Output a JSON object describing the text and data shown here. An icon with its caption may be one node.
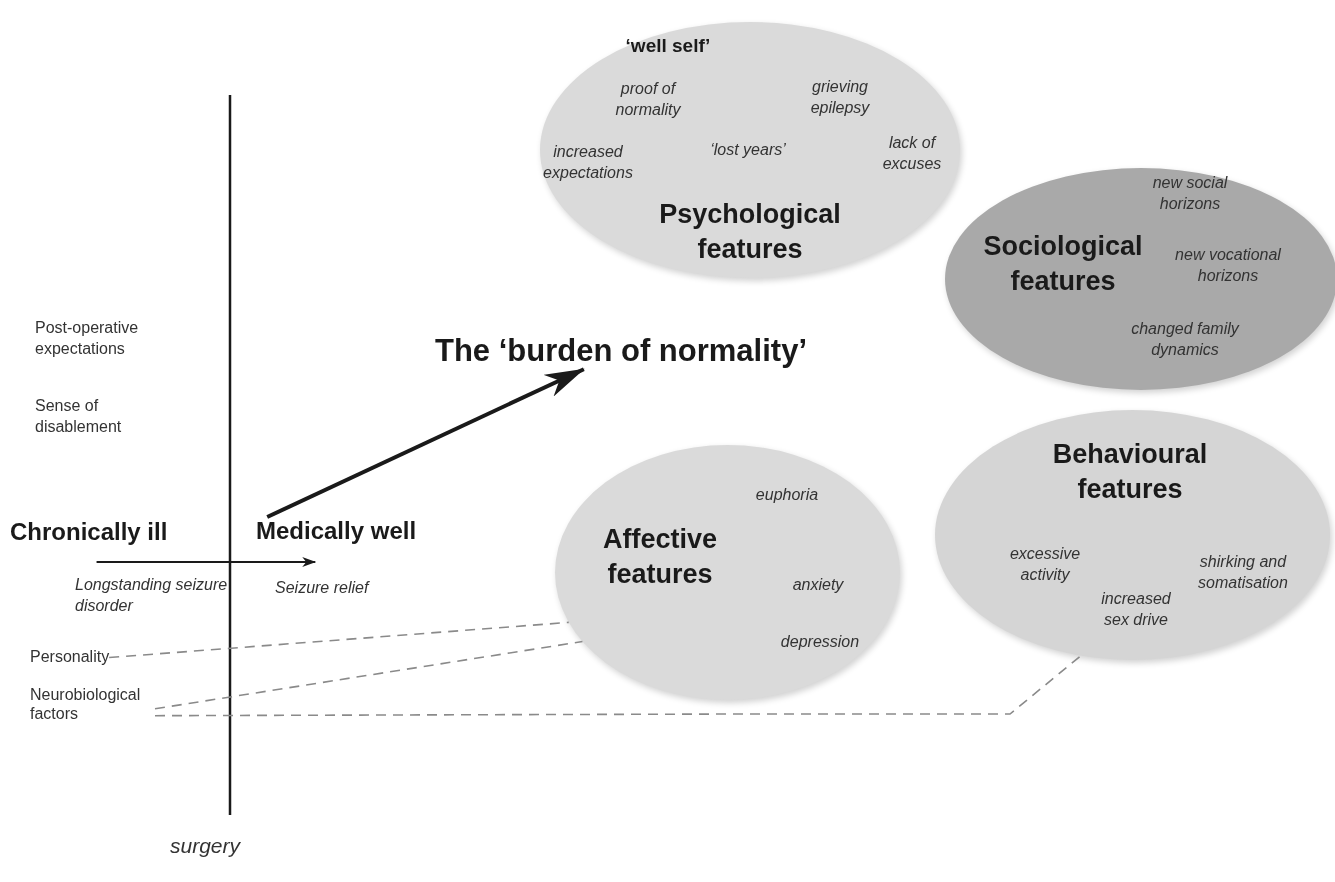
{
  "diagram": {
    "nodes": [
      {
        "text": [
          "‘well self’",
          "proof of normality",
          "grieving epilepsy",
          "increased expectations",
          "‘lost years’",
          "lack of excuses",
          "Psychological features"
        ]
      },
      {
        "text": [
          "new social horizons",
          "Sociological features",
          "new vocational horizons",
          "changed family dynamics"
        ]
      },
      {
        "text": [
          "Affective features",
          "euphoria",
          "anxiety",
          "depression"
        ]
      },
      {
        "text": [
          "Behavioural features",
          "excessive activity",
          "shirking and somatisation",
          "increased sex drive"
        ]
      },
      {
        "text": [
          "The ‘burden of normality’"
        ]
      },
      {
        "text": [
          "Chronically ill"
        ],
        "beside": [
          "Longstanding seizure disorder"
        ]
      },
      {
        "text": [
          "Medically well"
        ],
        "beside": [
          "Seizure relief"
        ]
      },
      {
        "text": [
          "Personality"
        ]
      },
      {
        "text": [
          "Neurobiological factors"
        ]
      }
    ],
    "edges": [
      {
        "from": 5,
        "to": 6,
        "arrow": "to",
        "color": "#1a1a1a"
      },
      {
        "from": 6,
        "to": 4,
        "arrow": "to",
        "style": "thick",
        "color": "#1a1a1a"
      },
      {
        "from": 7,
        "to": 2,
        "arrow": "none",
        "style": "dashed",
        "color": "#8a8a8a"
      },
      {
        "from": 8,
        "to": 2,
        "arrow": "none",
        "style": "dashed",
        "color": "#8a8a8a"
      },
      {
        "from": 8,
        "to": 3,
        "arrow": "none",
        "style": "dashed",
        "color": "#8a8a8a"
      }
    ],
    "labels": [
      "Post-operative expectations",
      "Sense of disablement",
      "surgery"
    ]
  }
}
